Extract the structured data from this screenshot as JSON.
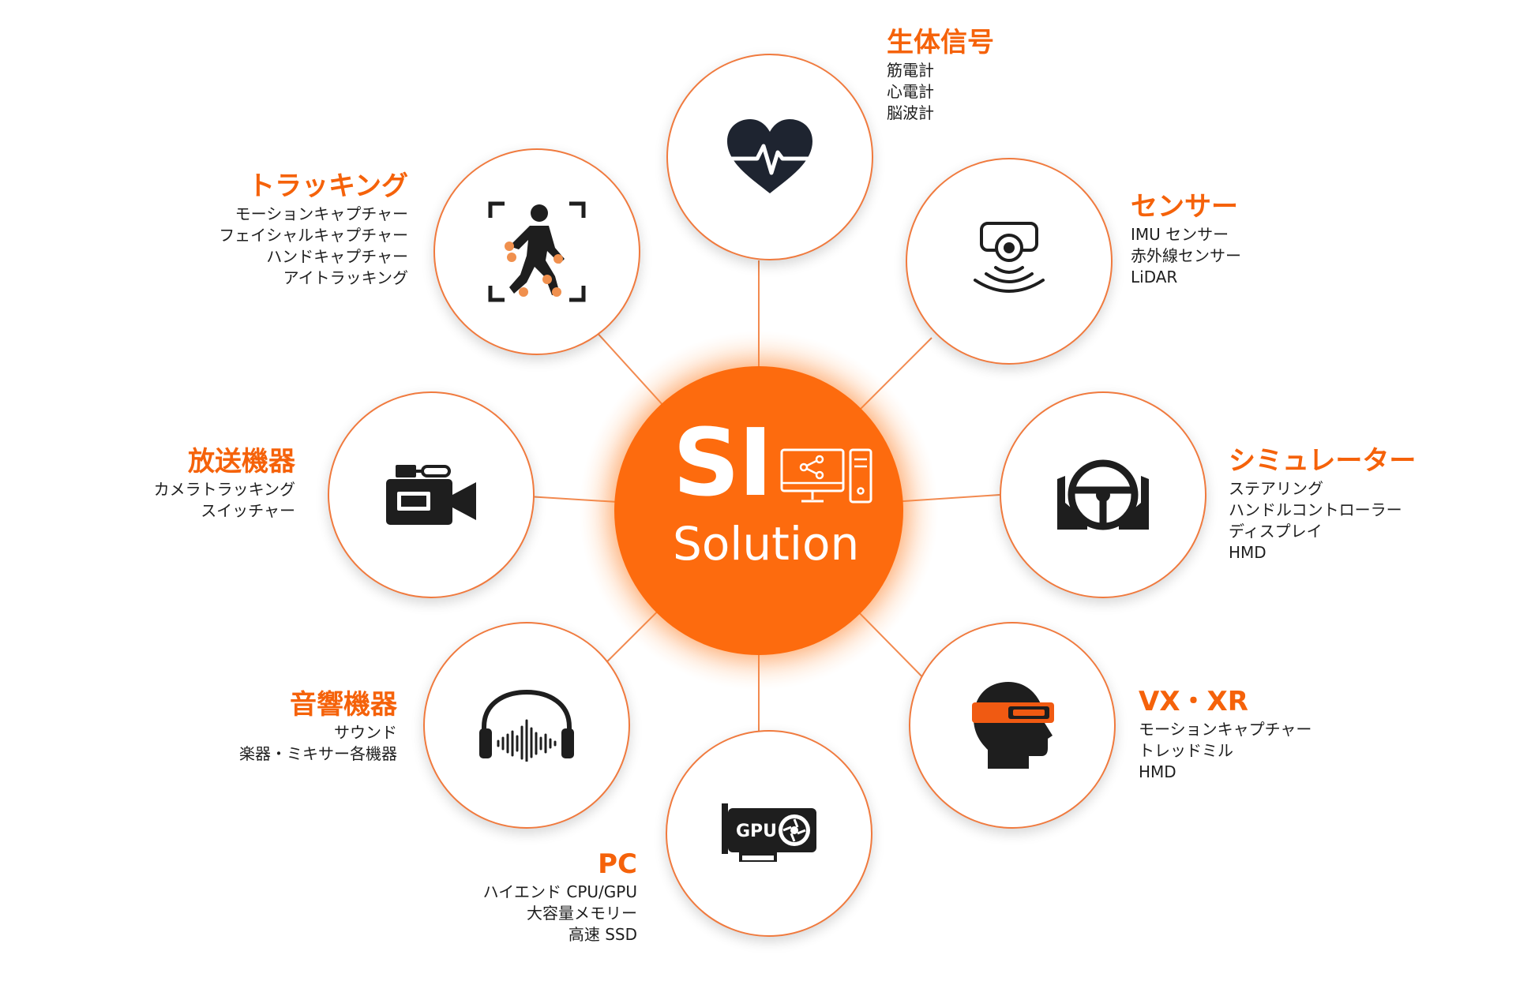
{
  "center": {
    "title": "SI",
    "subtitle": "Solution"
  },
  "nodes": [
    {
      "id": "biosignal",
      "title": "生体信号",
      "items": [
        "筋電計",
        "心電計",
        "脳波計"
      ],
      "icon": "heart-pulse-icon"
    },
    {
      "id": "sensor",
      "title": "センサー",
      "items": [
        "IMU センサー",
        "赤外線センサー",
        "LiDAR"
      ],
      "icon": "sensor-icon"
    },
    {
      "id": "simulator",
      "title": "シミュレーター",
      "items": [
        "ステアリング",
        "ハンドルコントローラー",
        "ディスプレイ",
        "HMD"
      ],
      "icon": "steering-wheel-icon"
    },
    {
      "id": "vxxr",
      "title": "VX・XR",
      "items": [
        "モーションキャプチャー",
        "トレッドミル",
        "HMD"
      ],
      "icon": "vr-headset-icon"
    },
    {
      "id": "pc",
      "title": "PC",
      "items": [
        "ハイエンド CPU/GPU",
        "大容量メモリー",
        "高速 SSD"
      ],
      "icon": "gpu-card-icon"
    },
    {
      "id": "audio",
      "title": "音響機器",
      "items": [
        "サウンド",
        "楽器・ミキサー各機器"
      ],
      "icon": "headphones-icon"
    },
    {
      "id": "broadcast",
      "title": "放送機器",
      "items": [
        "カメラトラッキング",
        "スイッチャー"
      ],
      "icon": "video-camera-icon"
    },
    {
      "id": "tracking",
      "title": "トラッキング",
      "items": [
        "モーションキャプチャー",
        "フェイシャルキャプチャー",
        "ハンドキャプチャー",
        "アイトラッキング"
      ],
      "icon": "motion-capture-icon"
    }
  ],
  "colors": {
    "accent": "#fd6b0e",
    "title": "#f5620a",
    "text": "#1e1e1e",
    "border": "#f07a3e"
  }
}
